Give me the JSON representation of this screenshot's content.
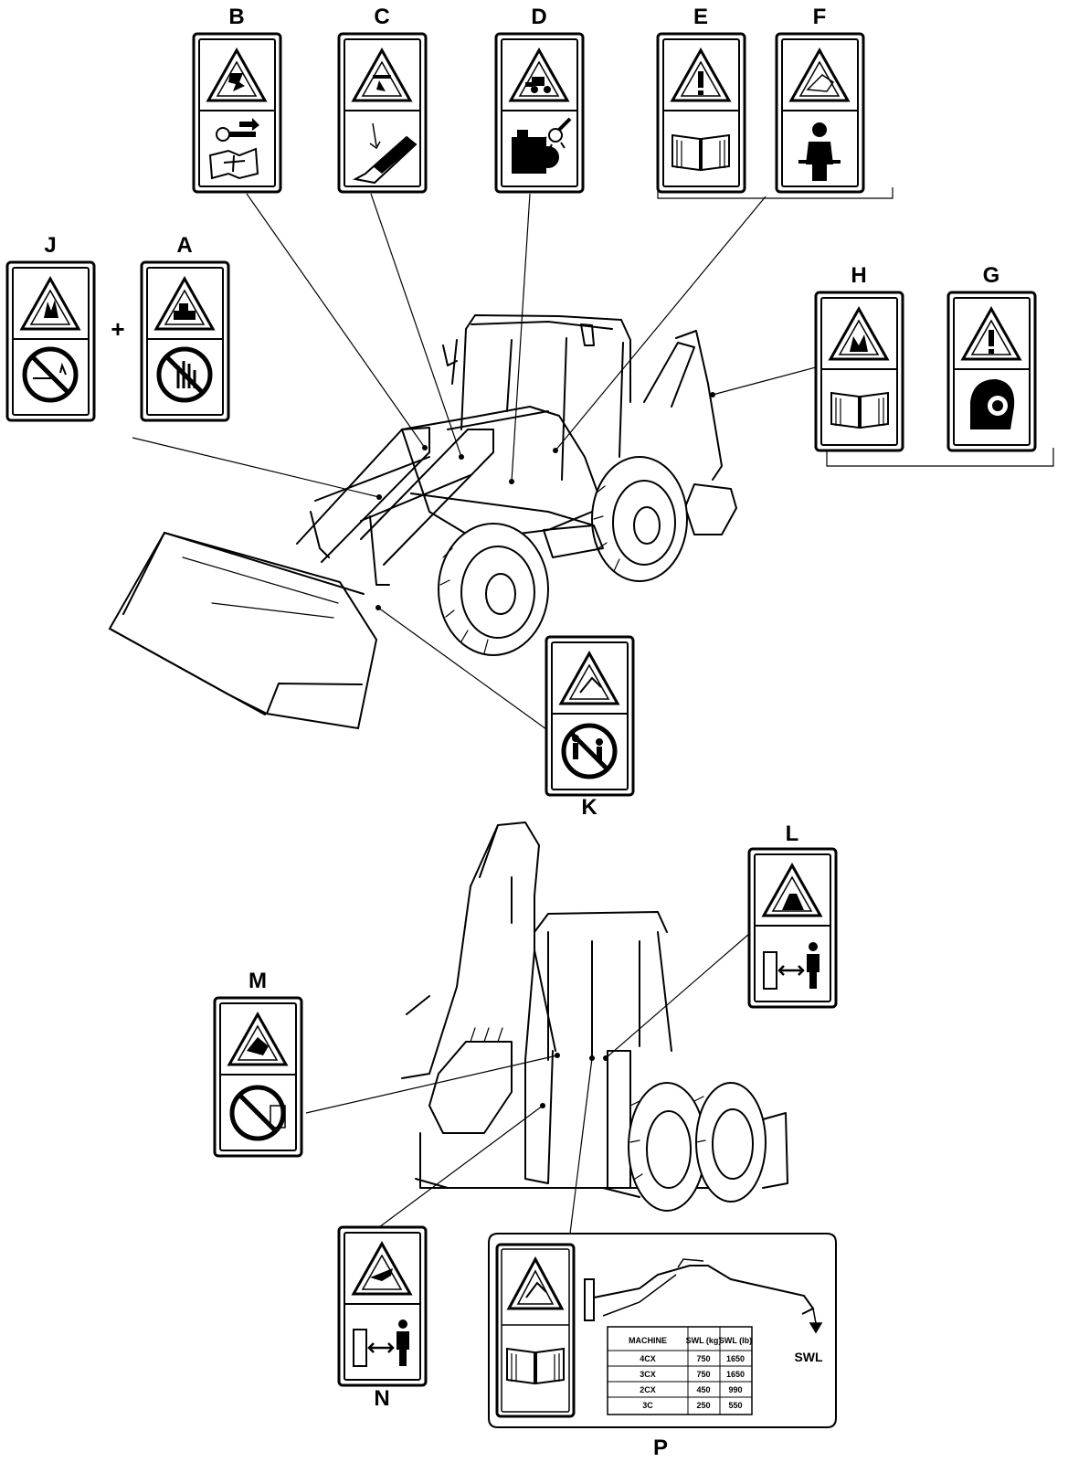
{
  "labels": {
    "A": "A",
    "B": "B",
    "C": "C",
    "D": "D",
    "E": "E",
    "F": "F",
    "G": "G",
    "H": "H",
    "J": "J",
    "K": "K",
    "L": "L",
    "M": "M",
    "N": "N",
    "P": "P"
  },
  "plus_sign": "+",
  "decal_p": {
    "swl_text": "SWL",
    "table_headers": [
      "MACHINE",
      "SWL (kg)",
      "SWL (lb)"
    ],
    "table_rows": [
      [
        "4CX",
        "750",
        "1650"
      ],
      [
        "3CX",
        "750",
        "1650"
      ],
      [
        "2CX",
        "450",
        "990"
      ],
      [
        "3C",
        "250",
        "550"
      ]
    ]
  },
  "icons": {
    "warning": "warning-triangle-icon",
    "manual": "manual-book-icon",
    "no_entry": "prohibition-icon",
    "hearing": "ear-protection-icon",
    "keep_clear": "keep-clear-icon"
  },
  "colors": {
    "line": "#000000",
    "background": "#ffffff",
    "fill_dark": "#000000"
  }
}
